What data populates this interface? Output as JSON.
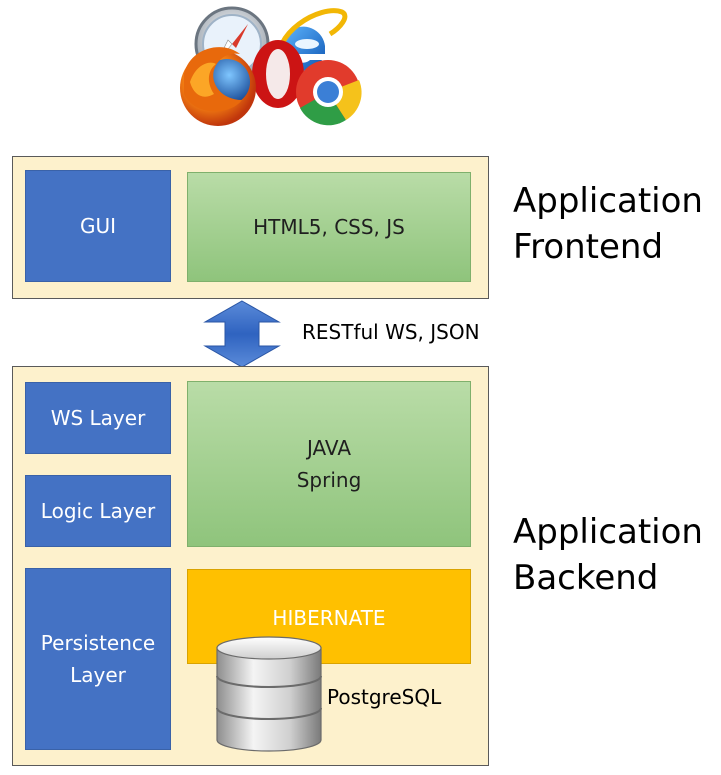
{
  "frontend": {
    "gui_label": "GUI",
    "tech_label": "HTML5, CSS, JS",
    "title_line1": "Application",
    "title_line2": "Frontend"
  },
  "connector": {
    "label": "RESTful WS, JSON"
  },
  "backend": {
    "ws_layer_label": "WS Layer",
    "logic_layer_label": "Logic Layer",
    "persistence_line1": "Persistence",
    "persistence_line2": "Layer",
    "java_line1": "JAVA",
    "java_line2": "Spring",
    "hibernate_label": "HIBERNATE",
    "database_label": "PostgreSQL",
    "title_line1": "Application",
    "title_line2": "Backend"
  },
  "icons": [
    "safari-icon",
    "opera-icon",
    "internet-explorer-icon",
    "firefox-icon",
    "chrome-icon",
    "database-icon"
  ],
  "colors": {
    "panel_fill": "#fdf1cc",
    "layer_blue": "#4472c4",
    "tech_green": "#a9d18e",
    "hibernate_orange": "#ffc000"
  }
}
